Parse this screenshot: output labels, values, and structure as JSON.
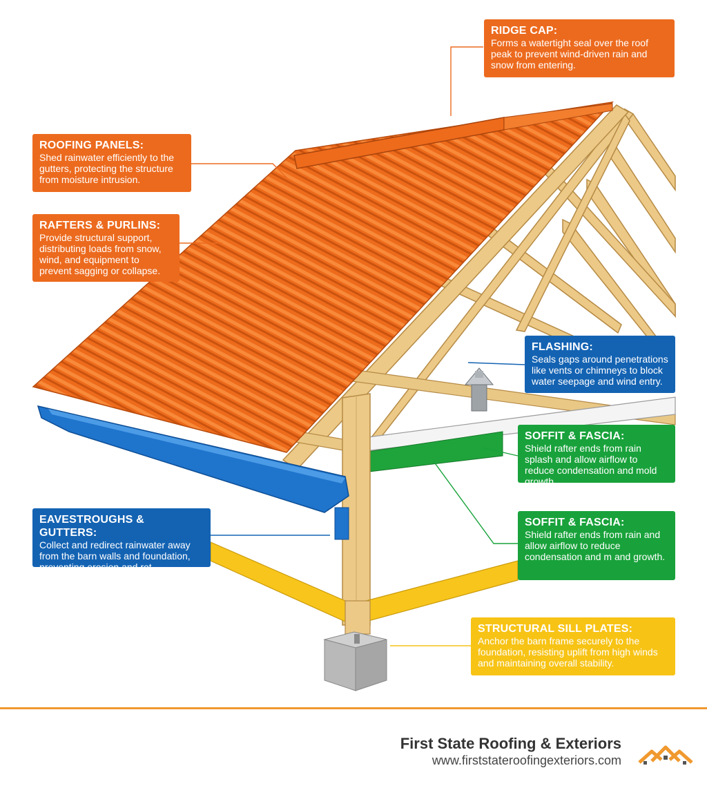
{
  "callouts": {
    "ridge_cap": {
      "title": "RIDGE CAP:",
      "text": "Forms a watertight seal over the roof peak to prevent wind-driven rain and snow from entering."
    },
    "roofing_panels": {
      "title": "ROOFING PANELS:",
      "text": "Shed rainwater efficiently to the gutters, protecting the structure from moisture intrusion."
    },
    "rafters_purlins": {
      "title": "RAFTERS & PURLINS:",
      "text": "Provide structural support, distributing loads from snow, wind, and equipment to prevent sagging or collapse."
    },
    "flashing": {
      "title": "FLASHING:",
      "text": "Seals gaps around penetrations like vents or chimneys to block water seepage and wind entry."
    },
    "soffit_fascia_1": {
      "title": "SOFFIT & FASCIA:",
      "text": "Shield rafter ends from rain splash and allow airflow to reduce condensation and mold growth."
    },
    "soffit_fascia_2": {
      "title": "SOFFIT & FASCIA:",
      "text": "Shield rafter ends from rain and allow airflow to reduce condensation and m and growth."
    },
    "eavestroughs_gutters": {
      "title": "EAVESTROUGHS & GUTTERS:",
      "text": "Collect and redirect rainwater away from the barn walls and foundation, preventing erosion and rot."
    },
    "sill_plates": {
      "title": "STRUCTURAL SILL PLATES:",
      "text": "Anchor the barn frame securely to the foundation, resisting uplift from high winds and maintaining overall stability."
    }
  },
  "colors": {
    "orange": "#ec6a1e",
    "blue": "#1463b3",
    "green": "#19a23b",
    "yellow": "#f7c315",
    "wood": "#e9c886",
    "footer_rule": "#f0992e"
  },
  "footer": {
    "company": "First State Roofing & Exteriors",
    "url": "www.firststateroofingexteriors.com",
    "logo_icon": "house-roofs-logo-icon"
  }
}
